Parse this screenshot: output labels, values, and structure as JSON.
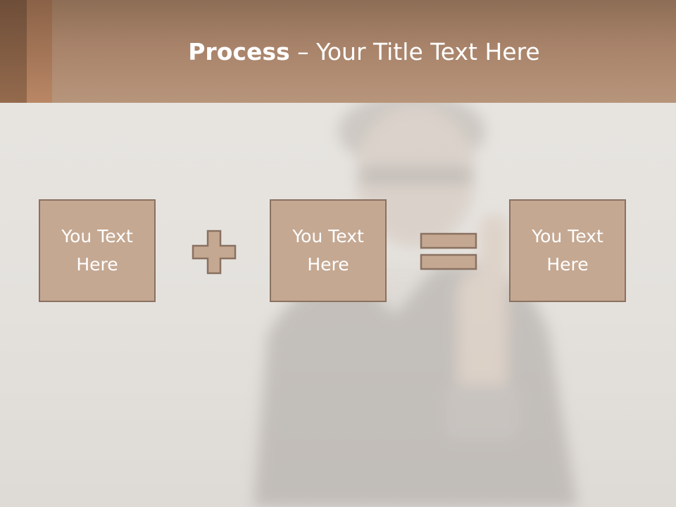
{
  "slide": {
    "title_bold": "Process",
    "title_rest": " – Your Title Text Here",
    "boxes": [
      {
        "text": "You Text Here"
      },
      {
        "text": "You Text Here"
      },
      {
        "text": "You Text Here"
      }
    ],
    "operators": [
      "plus-icon",
      "equals-icon"
    ],
    "colors": {
      "header": "#a8836a",
      "box_fill": "#c5a892",
      "box_border": "#8a7160",
      "background": "#e6e3df"
    }
  }
}
